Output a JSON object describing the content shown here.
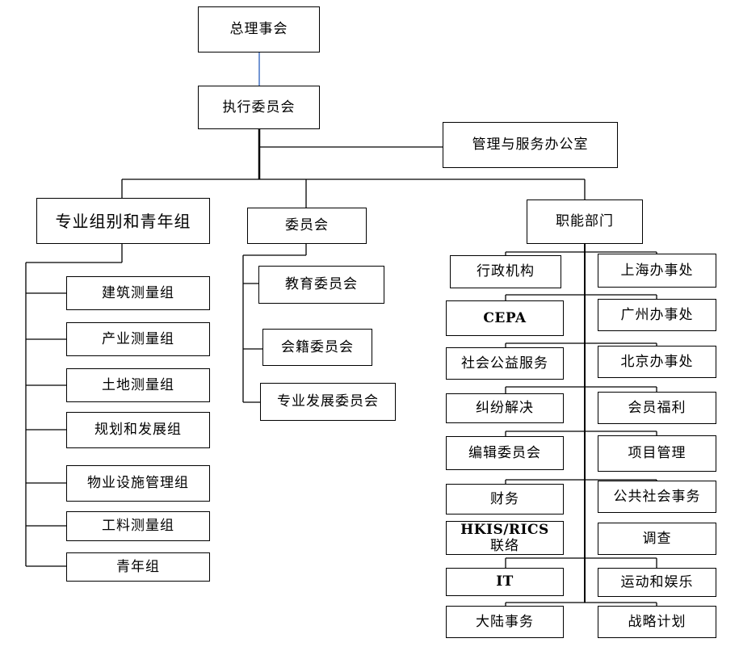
{
  "board": "总理事会",
  "executive": "执行委员会",
  "office": "管理与服务办公室",
  "branches": {
    "groups": "专业组别和青年组",
    "committees": "委员会",
    "functions": "职能部门"
  },
  "groups_items": [
    "建筑测量组",
    "产业测量组",
    "土地测量组",
    "规划和发展组",
    "物业设施管理组",
    "工料测量组",
    "青年组"
  ],
  "committees_items": [
    "教育委员会",
    "会籍委员会",
    "专业发展委员会"
  ],
  "functions_left": [
    "行政机构",
    "CEPA",
    "社会公益服务",
    "纠纷解决",
    "编辑委员会",
    "财务",
    "HKIS/RICS",
    "IT",
    "大陆事务"
  ],
  "functions_left_extra": "联络",
  "functions_right": [
    "上海办事处",
    "广州办事处",
    "北京办事处",
    "会员福利",
    "项目管理",
    "公共社会事务",
    "调查",
    "运动和娱乐",
    "战略计划"
  ],
  "colors": {
    "top_connector": "#4472c4",
    "line": "#000000"
  }
}
